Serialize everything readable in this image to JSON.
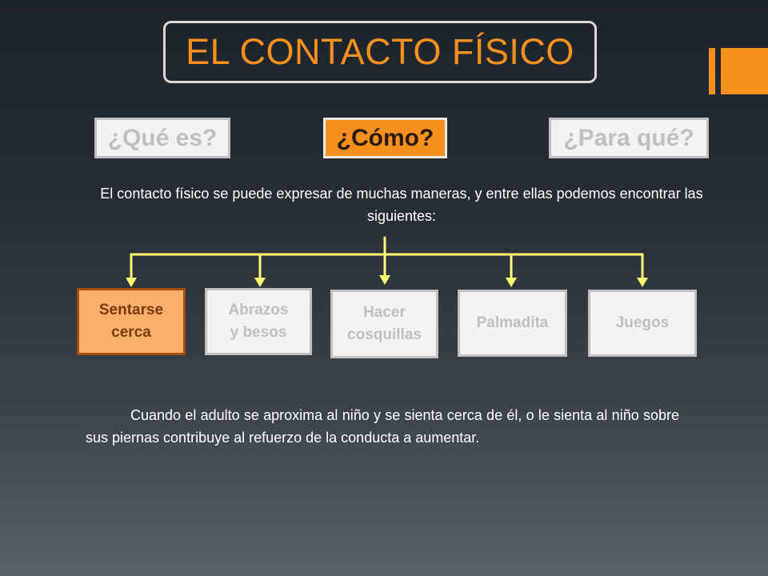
{
  "slide": {
    "title": "EL CONTACTO FÍSICO",
    "tabs": [
      {
        "label": "¿Qué es?",
        "active": false
      },
      {
        "label": "¿Cómo?",
        "active": true
      },
      {
        "label": "¿Para qué?",
        "active": false
      }
    ],
    "intro_text": "El contacto físico se puede expresar de muchas maneras, y entre ellas podemos encontrar las siguientes:",
    "items": [
      {
        "label": "Sentarse\ncerca",
        "active": true
      },
      {
        "label": "Abrazos\ny besos",
        "active": false
      },
      {
        "label": "Hacer\ncosquillas",
        "active": false
      },
      {
        "label": "Palmadita",
        "active": false
      },
      {
        "label": "Juegos",
        "active": false
      }
    ],
    "body_text": "Cuando el adulto se aproxima al niño y se sienta cerca de él, o le sienta al niño sobre sus piernas contribuye al refuerzo de la conducta a aumentar."
  },
  "colors": {
    "accent": "#f7901e",
    "connector": "#ffff73",
    "active_item_fill": "#f9b16a",
    "active_item_border": "#a44f10",
    "inactive_fill": "#f2f2f2",
    "inactive_text": "#bfbfbf"
  }
}
